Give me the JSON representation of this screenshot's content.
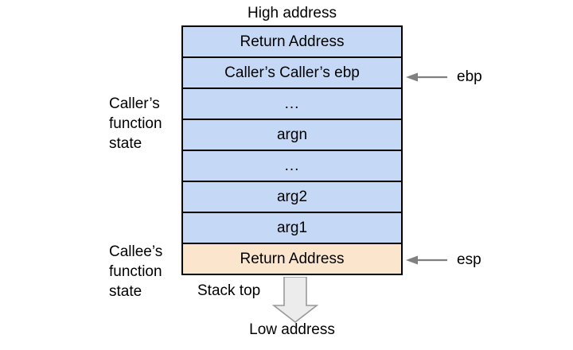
{
  "diagram": {
    "title_top": "High address",
    "title_bottom": "Low address",
    "stack_top_caption": "Stack top",
    "colors": {
      "cell_blue": "#c5d9f7",
      "cell_peach": "#fce5cd",
      "border": "#000000",
      "highlight_text": "#ff0000",
      "arrow_fill": "#ececec",
      "arrow_stroke": "#999999",
      "pointer_arrow": "#808080"
    },
    "rows": [
      {
        "label": "Return Address",
        "fill": "blue",
        "text_color": "black"
      },
      {
        "label": "Caller’s Caller’s ebp",
        "fill": "blue",
        "text_color": "black"
      },
      {
        "label": "...",
        "fill": "blue",
        "text_color": "black"
      },
      {
        "label": "argn",
        "fill": "blue",
        "text_color": "black"
      },
      {
        "label": "...",
        "fill": "blue",
        "text_color": "black"
      },
      {
        "label": "arg2",
        "fill": "blue",
        "text_color": "black"
      },
      {
        "label": "arg1",
        "fill": "blue",
        "text_color": "black"
      },
      {
        "label": "Return Address",
        "fill": "peach",
        "text_color": "red"
      }
    ],
    "group_labels": [
      {
        "name": "caller-state",
        "text": "Caller’s\nfunction\nstate"
      },
      {
        "name": "callee-state",
        "text": "Callee’s\nfunction\nstate"
      }
    ],
    "pointers": [
      {
        "name": "ebp",
        "label": "ebp",
        "icon": "left-arrow-icon",
        "points_at_row": 1
      },
      {
        "name": "esp",
        "label": "esp",
        "icon": "left-arrow-icon",
        "points_at_row": 7
      }
    ],
    "growth_arrow": {
      "icon": "down-arrow-icon",
      "direction": "down"
    }
  }
}
